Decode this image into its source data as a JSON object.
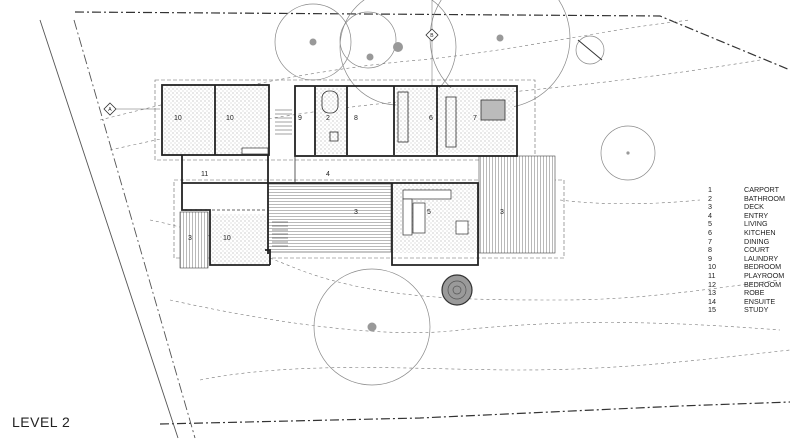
{
  "title": "LEVEL 2",
  "legend": [
    {
      "num": "1",
      "label": "CARPORT"
    },
    {
      "num": "2",
      "label": "BATHROOM"
    },
    {
      "num": "3",
      "label": "DECK"
    },
    {
      "num": "4",
      "label": "ENTRY"
    },
    {
      "num": "5",
      "label": "LIVING"
    },
    {
      "num": "6",
      "label": "KITCHEN"
    },
    {
      "num": "7",
      "label": "DINING"
    },
    {
      "num": "8",
      "label": "COURT"
    },
    {
      "num": "9",
      "label": "LAUNDRY"
    },
    {
      "num": "10",
      "label": "BEDROOM"
    },
    {
      "num": "11",
      "label": "PLAYROOM"
    },
    {
      "num": "12",
      "label": "BEDROOM"
    },
    {
      "num": "13",
      "label": "ROBE"
    },
    {
      "num": "14",
      "label": "ENSUITE"
    },
    {
      "num": "15",
      "label": "STUDY"
    }
  ],
  "rooms": {
    "bed_a": "10",
    "bed_b": "10",
    "bed_c": "10",
    "laundry": "9",
    "bath": "2",
    "court": "8",
    "kitchen": "6",
    "dining": "7",
    "playroom": "11",
    "entry": "4",
    "deck_left": "3",
    "deck_main": "3",
    "deck_right": "3",
    "living": "5"
  },
  "markers": [
    "A",
    "B"
  ],
  "colors": {
    "line": "#333333",
    "hatch": "#9a9a9a",
    "tree": "#999999"
  }
}
